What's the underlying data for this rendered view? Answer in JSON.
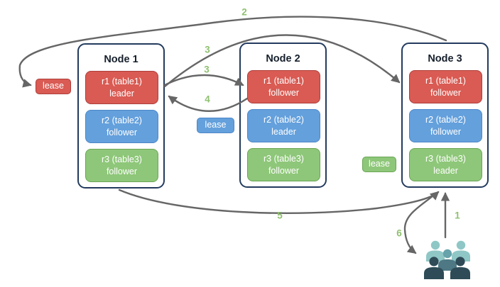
{
  "colors": {
    "node_border": "#233b5e",
    "red_fill": "#d95b53",
    "red_border": "#ad3f3c",
    "blue_fill": "#64a0dc",
    "blue_border": "#4d87c7",
    "green_fill": "#8ec779",
    "green_border": "#6aa655",
    "arrow": "#666666",
    "step": "#8fc070",
    "user_back": "#8fc7c6",
    "user_mid_head": "#66a3ab",
    "user_mid_body": "#4d7884",
    "user_front": "#2e4b57"
  },
  "nodes": [
    {
      "title": "Node 1",
      "replicas": [
        {
          "line1": "r1 (table1)",
          "line2": "leader",
          "color": "red"
        },
        {
          "line1": "r2 (table2)",
          "line2": "follower",
          "color": "blue"
        },
        {
          "line1": "r3 (table3)",
          "line2": "follower",
          "color": "green"
        }
      ]
    },
    {
      "title": "Node 2",
      "replicas": [
        {
          "line1": "r1 (table1)",
          "line2": "follower",
          "color": "red"
        },
        {
          "line1": "r2 (table2)",
          "line2": "leader",
          "color": "blue"
        },
        {
          "line1": "r3 (table3)",
          "line2": "follower",
          "color": "green"
        }
      ]
    },
    {
      "title": "Node 3",
      "replicas": [
        {
          "line1": "r1 (table1)",
          "line2": "follower",
          "color": "red"
        },
        {
          "line1": "r2 (table2)",
          "line2": "follower",
          "color": "blue"
        },
        {
          "line1": "r3 (table3)",
          "line2": "leader",
          "color": "green"
        }
      ]
    }
  ],
  "leases": [
    {
      "label": "lease",
      "color": "red",
      "attached_to": "r1 leader on Node 1"
    },
    {
      "label": "lease",
      "color": "blue",
      "attached_to": "r2 leader on Node 2"
    },
    {
      "label": "lease",
      "color": "green",
      "attached_to": "r3 leader on Node 3"
    }
  ],
  "steps": {
    "s1": "1",
    "s2": "2",
    "s3a": "3",
    "s3b": "3",
    "s4": "4",
    "s5": "5",
    "s6": "6"
  },
  "icons": {
    "clients": "users-icon"
  }
}
